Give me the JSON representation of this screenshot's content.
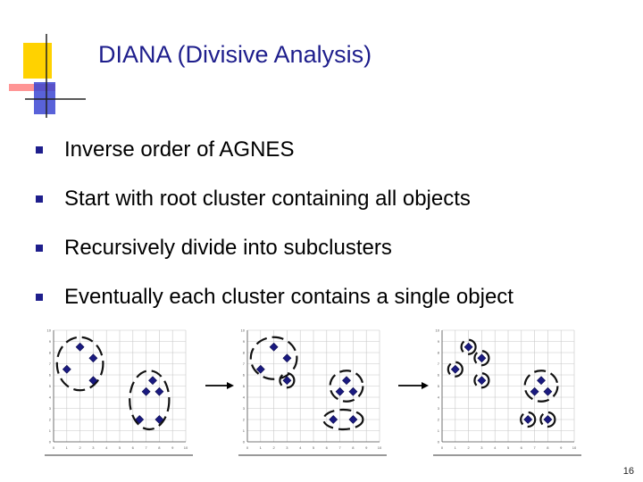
{
  "slide": {
    "title": "DIANA (Divisive Analysis)",
    "bullets": [
      "Inverse order of AGNES",
      "Start with root cluster containing all objects",
      "Recursively divide into subclusters",
      "Eventually each cluster contains a single object"
    ],
    "page_number": "16"
  },
  "colors": {
    "title": "#1e1e8c",
    "bullet": "#1e1e8c",
    "logo_yellow": "#ffd200",
    "logo_red": "#ff6a6a",
    "logo_blue": "#3c46d2",
    "point": "#1a1a80"
  },
  "chart_data": {
    "type": "scatter",
    "axis": {
      "xlim": [
        0,
        10
      ],
      "ylim": [
        0,
        10
      ],
      "ticks": [
        0,
        1,
        2,
        3,
        4,
        5,
        6,
        7,
        8,
        9,
        10
      ],
      "grid": true
    },
    "points": [
      {
        "x": 2.0,
        "y": 8.5
      },
      {
        "x": 3.0,
        "y": 7.5
      },
      {
        "x": 1.0,
        "y": 6.5
      },
      {
        "x": 3.0,
        "y": 5.5
      },
      {
        "x": 7.5,
        "y": 5.5
      },
      {
        "x": 7.0,
        "y": 4.5
      },
      {
        "x": 8.0,
        "y": 4.5
      },
      {
        "x": 6.5,
        "y": 2.0
      },
      {
        "x": 8.0,
        "y": 2.0
      }
    ],
    "panels": [
      {
        "step": 1,
        "clusters": [
          [
            0,
            1,
            2,
            3
          ],
          [
            4,
            5,
            6,
            7,
            8
          ]
        ]
      },
      {
        "step": 2,
        "clusters": [
          [
            0,
            1,
            2
          ],
          [
            3
          ],
          [
            4,
            5,
            6
          ],
          [
            7,
            8
          ]
        ]
      },
      {
        "step": 3,
        "clusters": [
          [
            0
          ],
          [
            1
          ],
          [
            2
          ],
          [
            3
          ],
          [
            4,
            5,
            6
          ],
          [
            7
          ],
          [
            8
          ]
        ]
      }
    ]
  }
}
